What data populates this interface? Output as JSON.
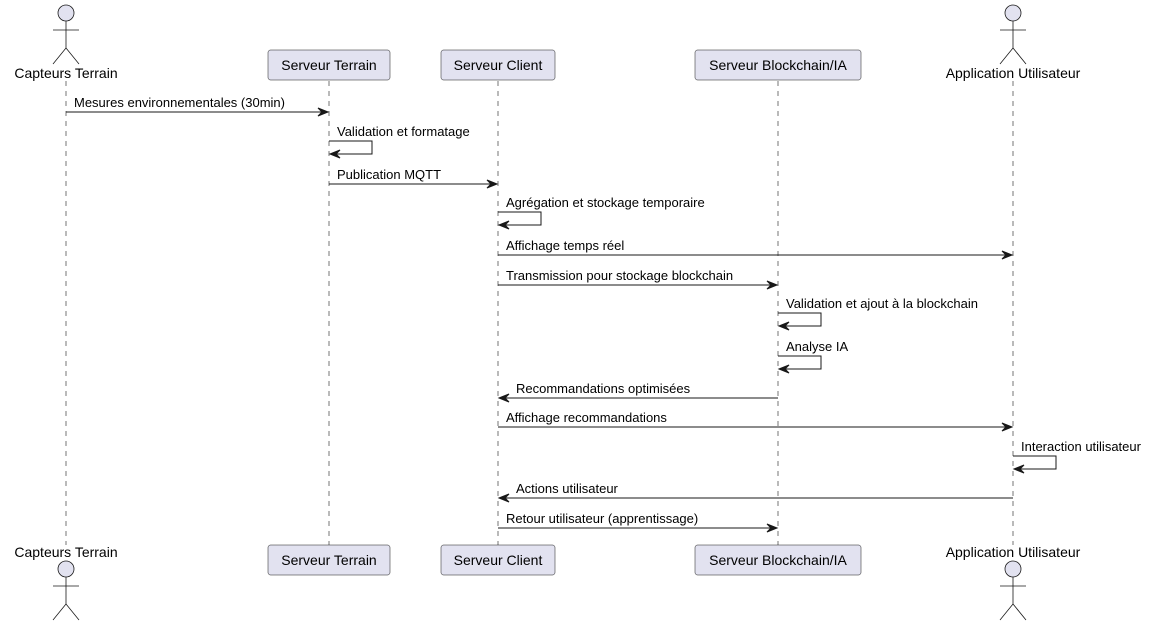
{
  "participants": [
    {
      "id": "capteurs",
      "label": "Capteurs Terrain",
      "kind": "actor"
    },
    {
      "id": "terrain",
      "label": "Serveur Terrain",
      "kind": "participant"
    },
    {
      "id": "client",
      "label": "Serveur Client",
      "kind": "participant"
    },
    {
      "id": "blockchain",
      "label": "Serveur Blockchain/IA",
      "kind": "participant"
    },
    {
      "id": "app",
      "label": "Application Utilisateur",
      "kind": "actor"
    }
  ],
  "messages": [
    {
      "from": "capteurs",
      "to": "terrain",
      "label": "Mesures environnementales (30min)"
    },
    {
      "from": "terrain",
      "to": "terrain",
      "label": "Validation et formatage"
    },
    {
      "from": "terrain",
      "to": "client",
      "label": "Publication MQTT"
    },
    {
      "from": "client",
      "to": "client",
      "label": "Agrégation et stockage temporaire"
    },
    {
      "from": "client",
      "to": "app",
      "label": "Affichage temps réel"
    },
    {
      "from": "client",
      "to": "blockchain",
      "label": "Transmission pour stockage blockchain"
    },
    {
      "from": "blockchain",
      "to": "blockchain",
      "label": "Validation et ajout à la blockchain"
    },
    {
      "from": "blockchain",
      "to": "blockchain",
      "label": "Analyse IA"
    },
    {
      "from": "blockchain",
      "to": "client",
      "label": "Recommandations optimisées"
    },
    {
      "from": "client",
      "to": "app",
      "label": "Affichage recommandations"
    },
    {
      "from": "app",
      "to": "app",
      "label": "Interaction utilisateur"
    },
    {
      "from": "app",
      "to": "client",
      "label": "Actions utilisateur"
    },
    {
      "from": "client",
      "to": "blockchain",
      "label": "Retour utilisateur (apprentissage)"
    }
  ]
}
